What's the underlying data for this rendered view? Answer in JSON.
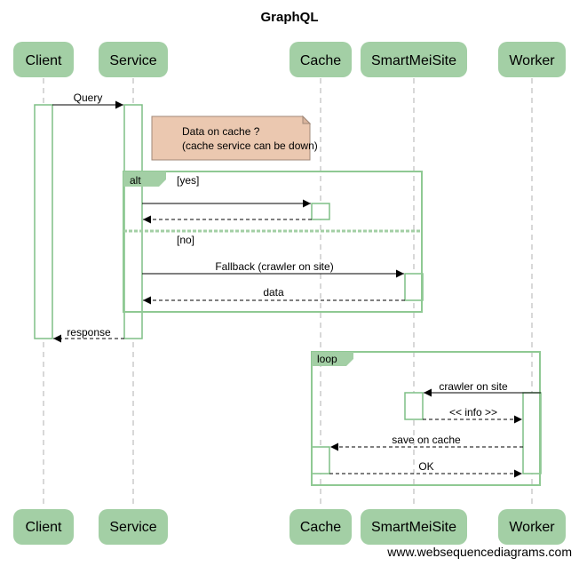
{
  "title": "GraphQL",
  "actors": {
    "client": "Client",
    "service": "Service",
    "cache": "Cache",
    "smartmeisite": "SmartMeiSite",
    "worker": "Worker"
  },
  "messages": {
    "query": "Query",
    "fallback": "Fallback (crawler on site)",
    "data": "data",
    "response": "response",
    "crawler_on_site": "crawler on site",
    "info": "<< info >>",
    "save_on_cache": "save on cache",
    "ok": "OK"
  },
  "note": {
    "line1": "Data on cache ?",
    "line2": "(cache service can be down)"
  },
  "fragments": {
    "alt": {
      "label": "alt",
      "condition_yes": "[yes]",
      "condition_no": "[no]"
    },
    "loop": {
      "label": "loop"
    }
  },
  "footer": "www.websequencediagrams.com",
  "colors": {
    "actor_fill": "#a3cfa5",
    "note_fill": "#ebc8b0",
    "frame_stroke": "#8fc993"
  }
}
